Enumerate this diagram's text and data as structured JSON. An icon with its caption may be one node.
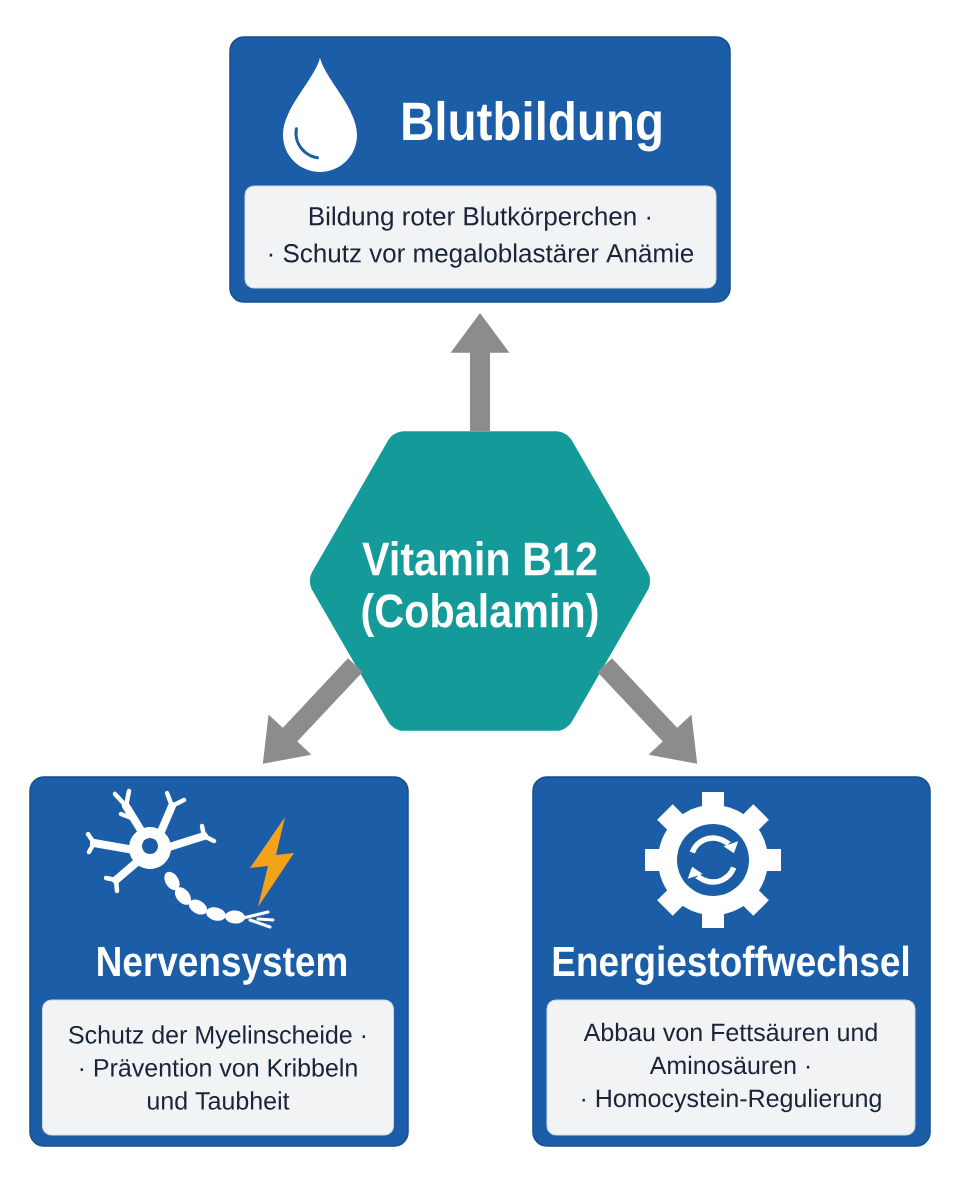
{
  "diagram": {
    "nodes": [
      {
        "text": [
          "Blutbildung",
          "Bildung roter Blutkörperchen · · Schutz vor megaloblastärer Anämie"
        ]
      },
      {
        "text": [
          "Vitamin B12 (Cobalamin)"
        ]
      },
      {
        "text": [
          "Nervensystem",
          "Schutz der Myelinscheide · · Prävention von Kribbeln und Taubheit"
        ]
      },
      {
        "text": [
          "Energiestoffwechsel",
          "Abbau von Fettsäuren und Aminosäuren · · Homocystein-Regulierung"
        ]
      }
    ],
    "edges": [
      {
        "from": 1,
        "to": 0,
        "arrow": "to"
      },
      {
        "from": 1,
        "to": 2,
        "arrow": "to"
      },
      {
        "from": 1,
        "to": 3,
        "arrow": "to"
      }
    ]
  }
}
